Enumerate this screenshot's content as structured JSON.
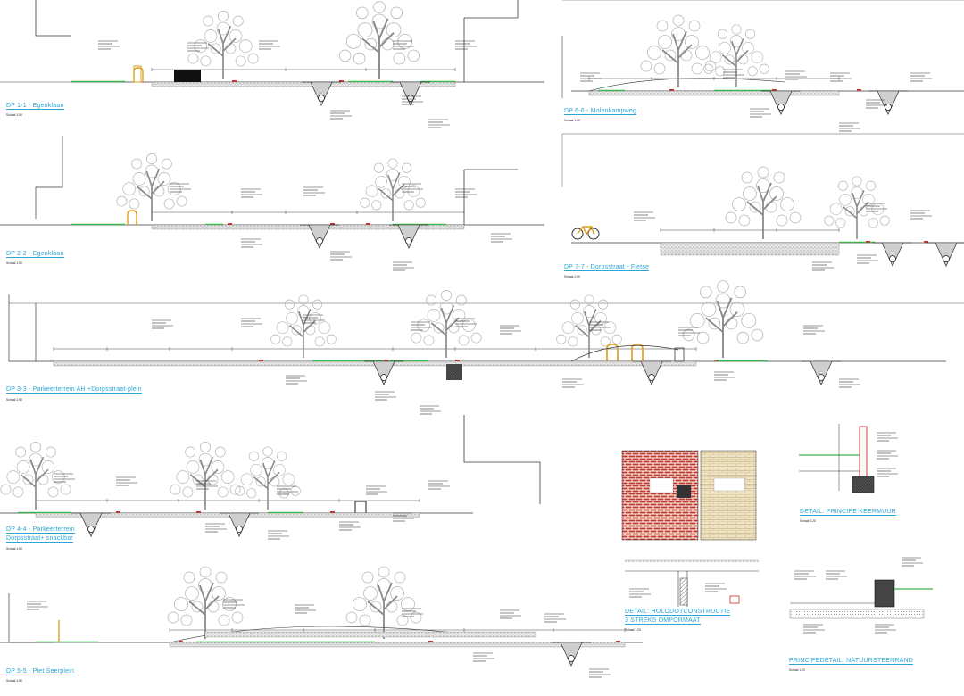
{
  "sheet": {
    "sections": [
      {
        "id": "dp-1-1",
        "title": "DP 1-1 - Egenklaan",
        "scale": "Schaal 1:50"
      },
      {
        "id": "dp-2-2",
        "title": "DP 2-2 - Egenklaan",
        "scale": "Schaal 1:50"
      },
      {
        "id": "dp-3-3",
        "title": "DP 3-3 - Parkeerterrein AH +Dorpsstraat-plein",
        "scale": "Schaal 1:50"
      },
      {
        "id": "dp-4-4",
        "title": "DP 4-4 - Parkeerterrein",
        "title2": "Dorpsstraat+ snackbar",
        "scale": "Schaal 1:50"
      },
      {
        "id": "dp-5-5",
        "title": "DP 5-5 - Piet Seerplein",
        "scale": "Schaal 1:50"
      },
      {
        "id": "dp-6-6",
        "title": "DP 6-6 - Molenkampweg",
        "scale": "Schaal 1:50"
      },
      {
        "id": "dp-7-7",
        "title": "DP 7-7 - Dorpsstraat - Fietse",
        "scale": "Schaal 1:50"
      }
    ],
    "details": [
      {
        "id": "detail-houtconstructie",
        "title": "DETAIL: HOLODOTCONSTRUCTIE",
        "title2": "3 STREKS OMPORMAAT",
        "scale": "Schaal 1:20"
      },
      {
        "id": "detail-keermuur",
        "title": "DETAIL: PRINCIPE KEERMUUR",
        "scale": "Schaal 1:20"
      },
      {
        "id": "detail-natuursteenrand",
        "title": "PRINCIPEDETAIL: NATUURSTEENRAND",
        "scale": "Schaal 1:20"
      }
    ],
    "colors": {
      "line": "#3a3a3a",
      "tree": "#b8b8b8",
      "gravel": "#d6d6d6",
      "green": "#3cb54a",
      "red": "#d32a2a",
      "yellow": "#e0a020",
      "title": "#2aa6d6",
      "brick": "#c0392b",
      "tan": "#e8dcc0"
    }
  }
}
